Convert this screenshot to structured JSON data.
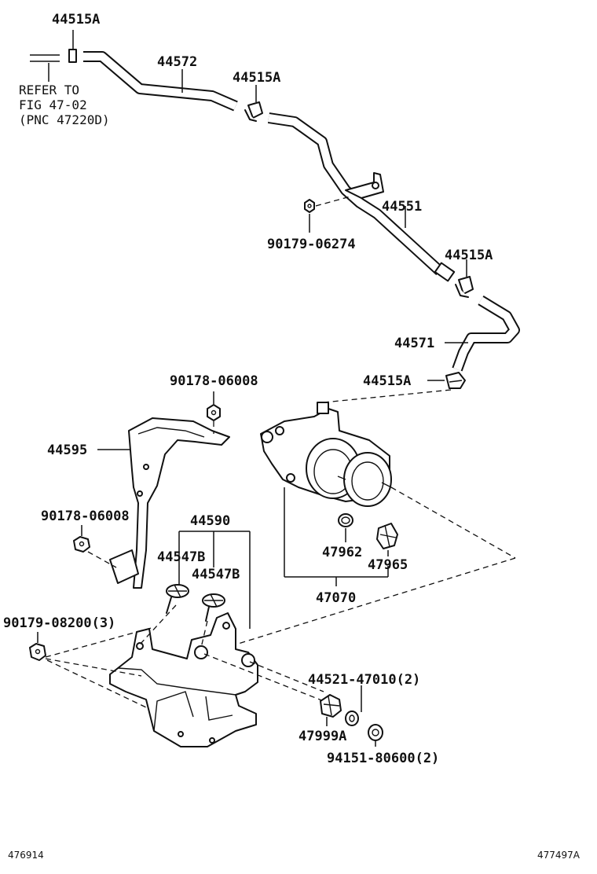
{
  "diagram": {
    "refer_note": [
      "REFER TO",
      "FIG 47-02",
      "(PNC 47220D)"
    ],
    "labels": {
      "clip_a": "44515A",
      "clip_b": "44515A",
      "clip_c": "44515A",
      "clip_d": "44515A",
      "hose_top": "44572",
      "pipe_mid": "44551",
      "hose_low": "44571",
      "nut_top": "90179-06274",
      "nut_bracket": "90178-06008",
      "bracket_upper": "44595",
      "nut_left": "90178-06008",
      "bracket_assy": "44590",
      "cushion_1": "44547B",
      "cushion_2": "44547B",
      "nut_bottom": "90179-08200(3)",
      "ring": "47962",
      "cushion_pump": "47965",
      "pump": "47070",
      "collar": "44521-47010(2)",
      "grommet": "47999A",
      "nut_small": "94151-80600(2)"
    },
    "footer_left": "476914",
    "footer_right": "477497A"
  }
}
